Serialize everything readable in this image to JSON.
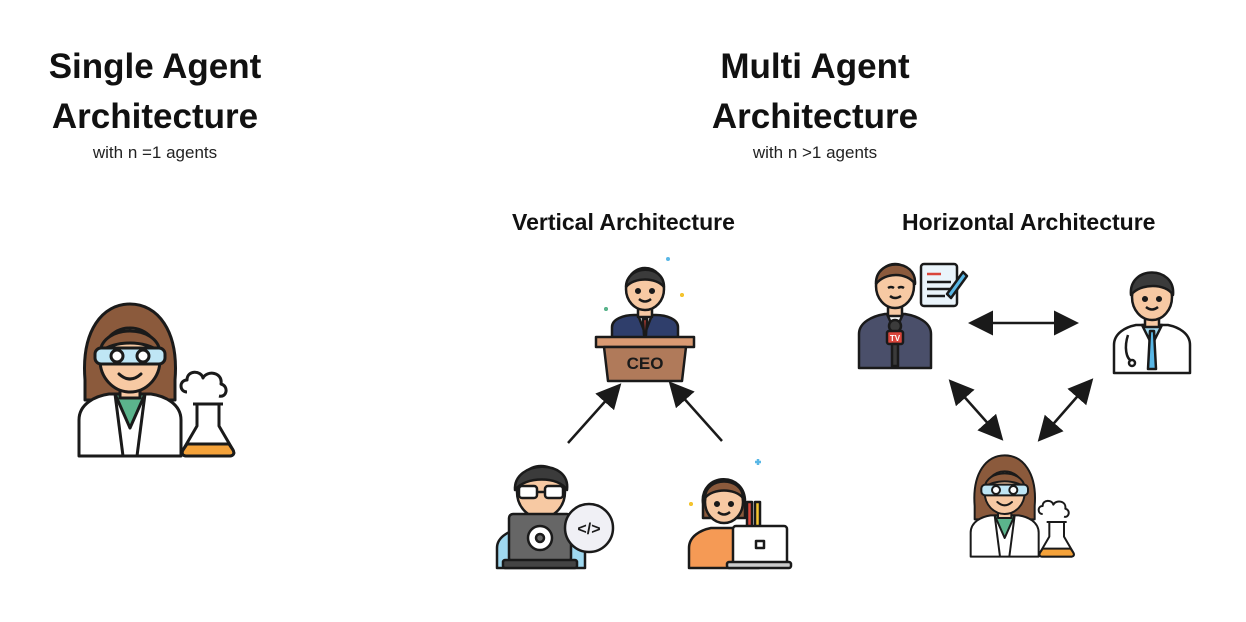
{
  "single": {
    "title_line1": "Single Agent",
    "title_line2": "Architecture",
    "subtitle": "with n =1 agents"
  },
  "multi": {
    "title_line1": "Multi Agent",
    "title_line2": "Architecture",
    "subtitle": "with n >1 agents"
  },
  "vertical": {
    "heading": "Vertical Architecture",
    "podium_label": "CEO"
  },
  "horizontal": {
    "heading": "Horizontal Architecture",
    "tv_label": "TV"
  },
  "colors": {
    "outline": "#1a1a1a",
    "skin": "#f7c9a3",
    "hair_brown": "#8b5a3c",
    "hair_dark": "#3b3b3b",
    "coat": "#ffffff",
    "shirt_green": "#5bb48c",
    "podium": "#b07a5a",
    "suit_navy": "#2f3e6b",
    "flask_orange": "#f4a23a",
    "shirt_orange": "#f59a55",
    "laptop_gray": "#666666",
    "cyan_shirt": "#9fd8ef"
  }
}
